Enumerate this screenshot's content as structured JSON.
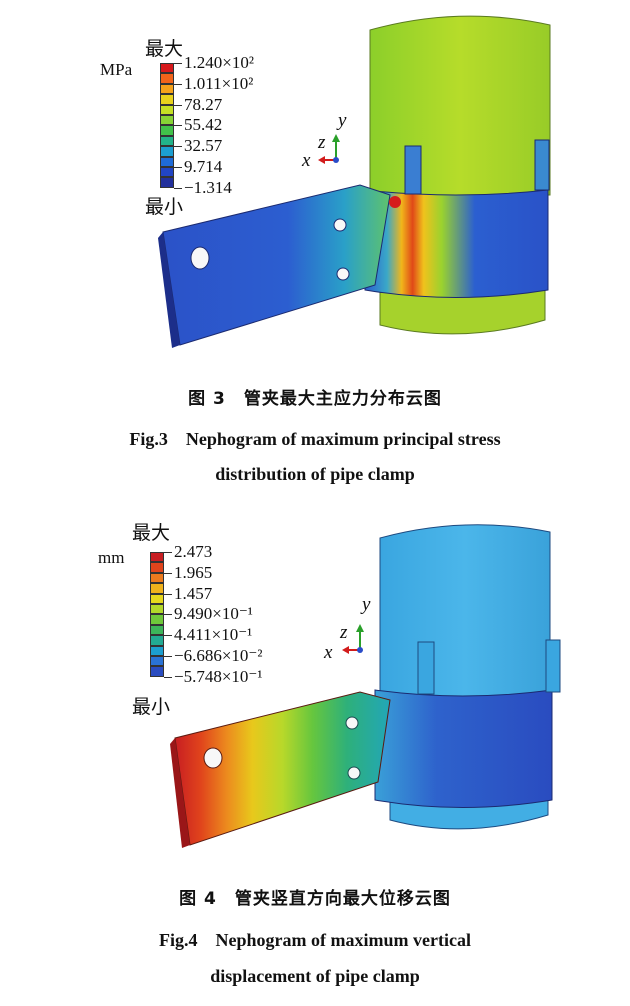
{
  "figure3": {
    "legend": {
      "max_label": "最大",
      "min_label": "最小",
      "unit": "MPa",
      "ticks": [
        "1.240×10²",
        "1.011×10²",
        "78.27",
        "55.42",
        "32.57",
        "9.714",
        "−1.314"
      ],
      "colors": [
        "#d7191c",
        "#f2641a",
        "#f5a21a",
        "#e8d21c",
        "#c5e024",
        "#87d435",
        "#41c24a",
        "#22b38a",
        "#1c9ed0",
        "#1f6bd8",
        "#2145c4",
        "#22309c"
      ]
    },
    "axes": {
      "y": "y",
      "z": "z",
      "x": "x"
    },
    "caption_cn": "图 3　管夹最大主应力分布云图",
    "caption_en_line1": "Fig.3　Nephogram of maximum principal stress",
    "caption_en_line2": "distribution of pipe clamp"
  },
  "figure4": {
    "legend": {
      "max_label": "最大",
      "min_label": "最小",
      "unit": "mm",
      "ticks": [
        "2.473",
        "1.965",
        "1.457",
        "9.490×10⁻¹",
        "4.411×10⁻¹",
        "−6.686×10⁻²",
        "−5.748×10⁻¹"
      ],
      "colors": [
        "#c81e22",
        "#e0441c",
        "#ec7a1e",
        "#f0b21c",
        "#e6d81d",
        "#b3d82a",
        "#6fc83a",
        "#3db55a",
        "#22aa93",
        "#1c9fd0",
        "#2a73d6",
        "#2a4cc0"
      ]
    },
    "axes": {
      "y": "y",
      "z": "z",
      "x": "x"
    },
    "caption_cn": "图 4　管夹竖直方向最大位移云图",
    "caption_en_line1": "Fig.4　Nephogram of maximum vertical",
    "caption_en_line2": "displacement of pipe clamp"
  }
}
